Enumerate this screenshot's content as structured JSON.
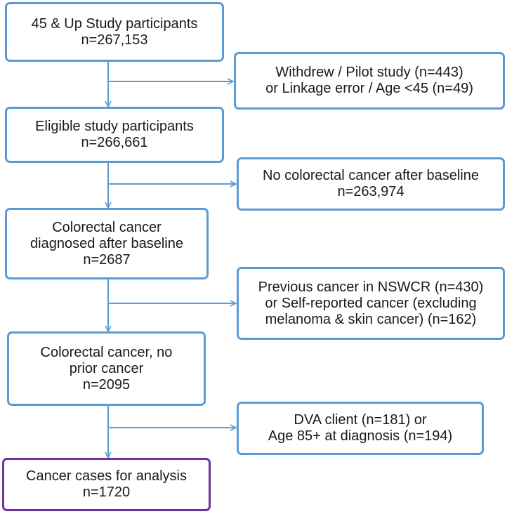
{
  "main_boxes": [
    {
      "lines": [
        "45 & Up Study participants",
        "n=267,153"
      ]
    },
    {
      "lines": [
        "Eligible study participants",
        "n=266,661"
      ]
    },
    {
      "lines": [
        "Colorectal cancer",
        "diagnosed after baseline",
        "n=2687"
      ]
    },
    {
      "lines": [
        "Colorectal cancer, no",
        "prior cancer",
        "n=2095"
      ]
    },
    {
      "lines": [
        "Cancer cases for analysis",
        "n=1720"
      ]
    }
  ],
  "exclusion_boxes": [
    {
      "lines": [
        "Withdrew / Pilot study (n=443)",
        "or Linkage error / Age <45 (n=49)"
      ]
    },
    {
      "lines": [
        "No colorectal cancer after baseline",
        "n=263,974"
      ]
    },
    {
      "lines": [
        "Previous cancer in NSWCR (n=430)",
        "or Self-reported cancer (excluding",
        "melanoma & skin cancer) (n=162)"
      ]
    },
    {
      "lines": [
        "DVA client (n=181) or",
        "Age 85+ at diagnosis (n=194)"
      ]
    }
  ],
  "colors": {
    "box_border": "#5b9bd5",
    "final_box_border": "#7030a0",
    "arrow": "#5b9bd5"
  }
}
